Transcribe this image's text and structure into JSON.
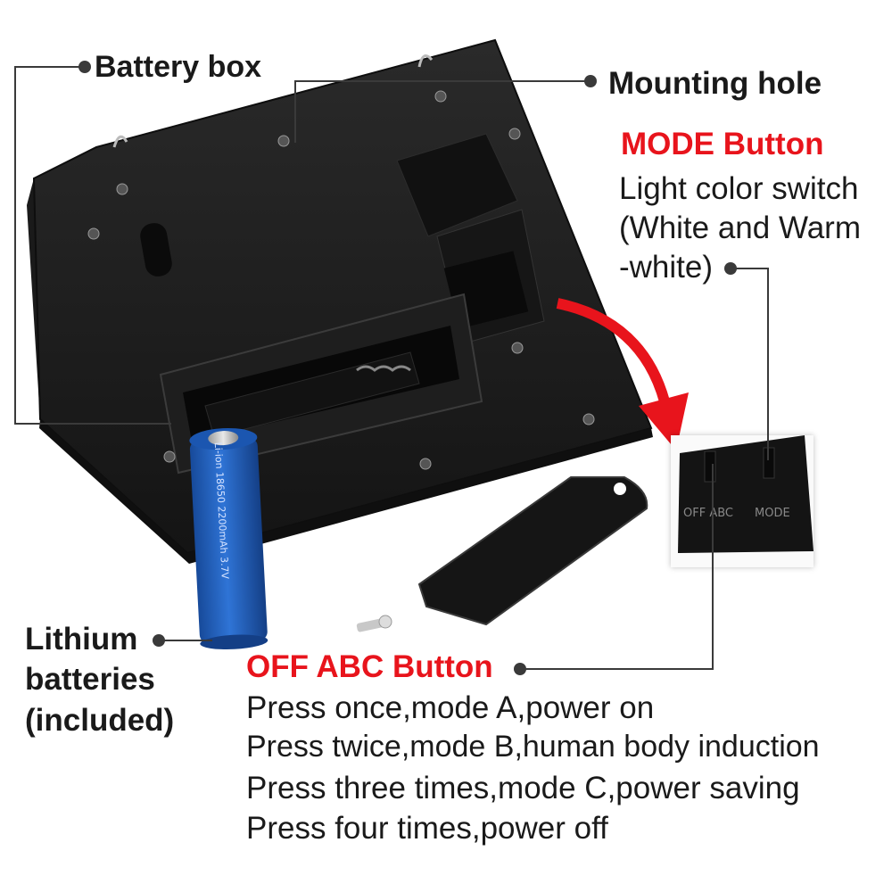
{
  "labels": {
    "battery_box": "Battery box",
    "mounting_hole": "Mounting hole",
    "mode_button": {
      "title": "MODE Button",
      "line1": "Light color switch",
      "line2": "(White and Warm",
      "line3": "-white)"
    },
    "lithium": {
      "line1": "Lithium",
      "line2": "batteries",
      "line3": "(included)"
    },
    "off_abc_button": {
      "title": "OFF ABC Button",
      "lines": [
        "Press once,mode A,power on",
        "Press twice,mode B,human body induction",
        "Press three times,mode C,power saving",
        "Press four times,power off"
      ]
    }
  },
  "device_markings": {
    "inset_off_abc": "OFF ABC",
    "inset_mode": "MODE",
    "battery_print": "Li-ion 18650 2200mAh 3.7V"
  },
  "colors": {
    "accent_red": "#e8141c",
    "device_body": "#1c1c1c",
    "battery_blue": "#1f5fbf",
    "leader_line": "#3a3a3a"
  }
}
